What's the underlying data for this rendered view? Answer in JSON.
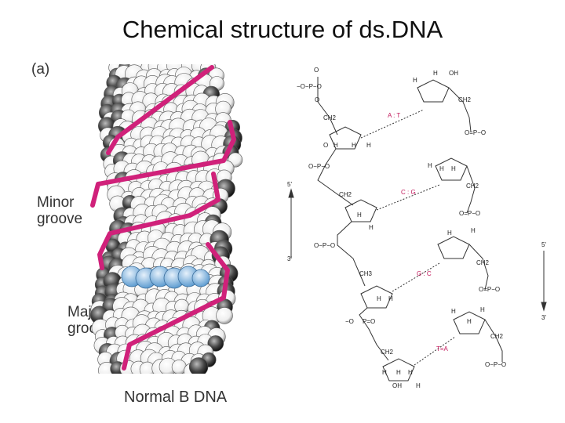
{
  "slide": {
    "title": "Chemical structure of ds.DNA"
  },
  "space_filling_model": {
    "panel_label": "(a)",
    "minor_groove_label": "Minor groove",
    "major_groove_label": "Major groove",
    "caption": "Normal B DNA",
    "backbone_color": "#d0217a",
    "highlight_color": "#7fb2dd"
  },
  "chemical_structure": {
    "base_pairs": [
      "A : T",
      "C : G",
      "G : C",
      "T=A"
    ],
    "strand_ends": [
      "5'",
      "3'",
      "5'",
      "3'"
    ],
    "atoms": [
      "O",
      "P",
      "CH2",
      "CH3",
      "H",
      "OH"
    ],
    "pair_color": "#c2185b"
  }
}
